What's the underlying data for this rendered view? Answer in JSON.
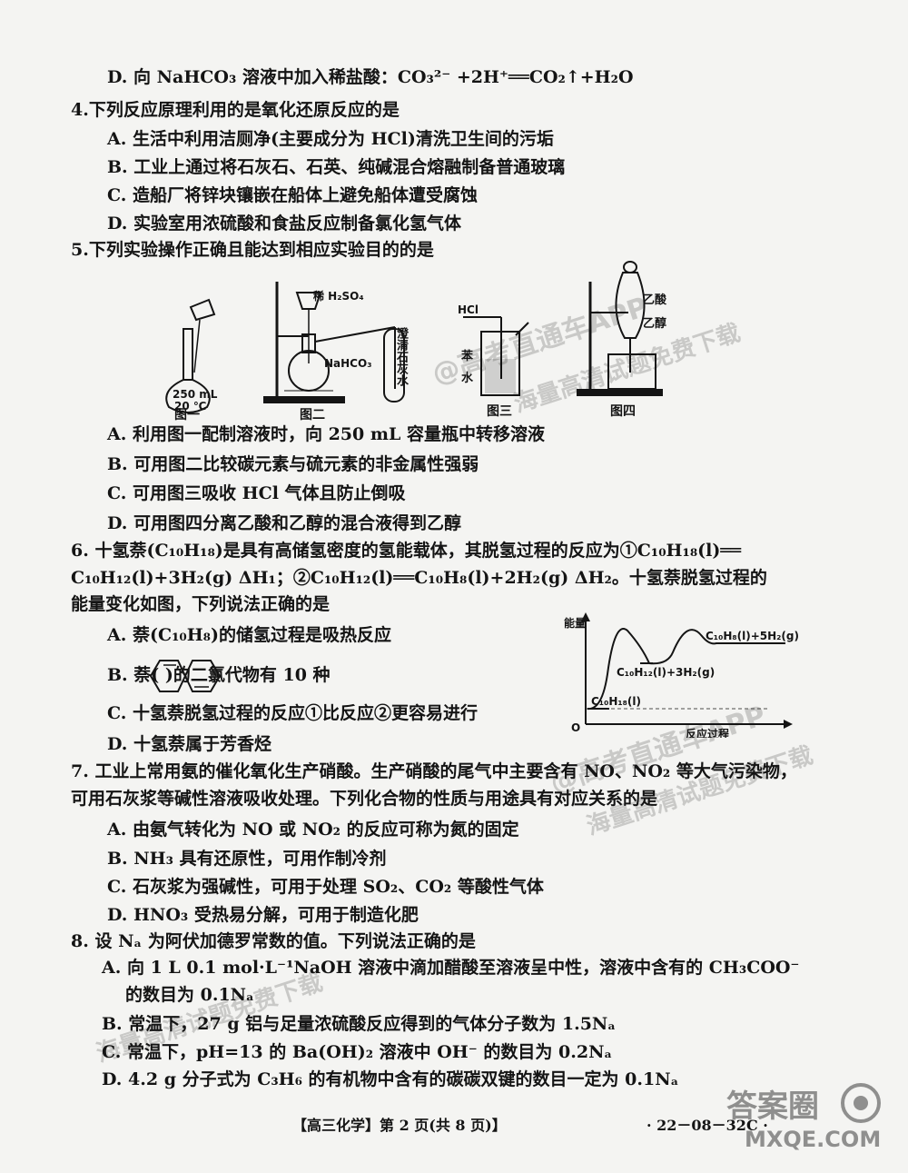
{
  "q3": {
    "d": "D. 向 NaHCO₃ 溶液中加入稀盐酸：CO₃²⁻ +2H⁺══CO₂↑+H₂O"
  },
  "q4": {
    "stem": "4.下列反应原理利用的是氧化还原反应的是",
    "a": "A. 生活中利用洁厕净(主要成分为 HCl)清洗卫生间的污垢",
    "b": "B. 工业上通过将石灰石、石英、纯碱混合熔融制备普通玻璃",
    "c": "C. 造船厂将锌块镶嵌在船体上避免船体遭受腐蚀",
    "d": "D. 实验室用浓硫酸和食盐反应制备氯化氢气体"
  },
  "q5": {
    "stem": "5.下列实验操作正确且能达到相应实验目的的是",
    "fig1": {
      "flask": "250 mL",
      "temp": "20 ℃",
      "label": "图一"
    },
    "fig2": {
      "acid": "稀 H₂SO₄",
      "salt": "NaHCO₃",
      "limewater": "澄清石灰水",
      "label": "图二"
    },
    "fig3": {
      "gas": "HCl",
      "benzene": "苯",
      "water": "水",
      "label": "图三"
    },
    "fig4": {
      "top": "乙酸",
      "bottom": "乙醇",
      "label": "图四"
    },
    "a": "A. 利用图一配制溶液时，向 250 mL 容量瓶中转移溶液",
    "b": "B. 可用图二比较碳元素与硫元素的非金属性强弱",
    "c": "C. 可用图三吸收 HCl 气体且防止倒吸",
    "d": "D. 可用图四分离乙酸和乙醇的混合液得到乙醇"
  },
  "q6": {
    "l1": "6. 十氢萘(C₁₀H₁₈)是具有高储氢密度的氢能载体，其脱氢过程的反应为①C₁₀H₁₈(l)══",
    "l2": "C₁₀H₁₂(l)+3H₂(g)  ΔH₁；②C₁₀H₁₂(l)══C₁₀H₈(l)+2H₂(g)  ΔH₂。十氢萘脱氢过程的",
    "l3": "能量变化如图，下列说法正确的是",
    "a": "A. 萘(C₁₀H₈)的储氢过程是吸热反应",
    "b": "B. 萘(        )的二氯代物有 10 种",
    "c": "C. 十氢萘脱氢过程的反应①比反应②更容易进行",
    "d": "D. 十氢萘属于芳香烃",
    "graph": {
      "ylabel": "能量",
      "xlabel": "反应过程",
      "origin": "O",
      "s1": "C₁₀H₁₈(l)",
      "s2": "C₁₀H₁₂(l)+3H₂(g)",
      "s3": "C₁₀H₈(l)+5H₂(g)"
    }
  },
  "q7": {
    "l1": "7. 工业上常用氨的催化氧化生产硝酸。生产硝酸的尾气中主要含有 NO、NO₂ 等大气污染物，",
    "l2": "可用石灰浆等碱性溶液吸收处理。下列化合物的性质与用途具有对应关系的是",
    "a": "A. 由氨气转化为 NO 或 NO₂ 的反应可称为氮的固定",
    "b": "B. NH₃ 具有还原性，可用作制冷剂",
    "c": "C. 石灰浆为强碱性，可用于处理 SO₂、CO₂ 等酸性气体",
    "d": "D. HNO₃ 受热易分解，可用于制造化肥"
  },
  "q8": {
    "stem": "8. 设 Nₐ 为阿伏加德罗常数的值。下列说法正确的是",
    "a1": "A. 向 1 L 0.1 mol·L⁻¹NaOH 溶液中滴加醋酸至溶液呈中性，溶液中含有的 CH₃COO⁻",
    "a2": "的数目为 0.1Nₐ",
    "b": "B. 常温下，27 g 铝与足量浓硫酸反应得到的气体分子数为 1.5Nₐ",
    "c": "C. 常温下，pH=13 的 Ba(OH)₂ 溶液中 OH⁻ 的数目为 0.2Nₐ",
    "d": "D. 4.2 g 分子式为 C₃H₆ 的有机物中含有的碳碳双键的数目一定为 0.1Nₐ"
  },
  "footer": {
    "center": "【高三化学】第 2 页(共 8 页)】",
    "right": "· 22－08－32C ·"
  },
  "watermarks": {
    "w1": "@高考直通车APP",
    "w2": "海量高清试题免费下载",
    "w3": "答案圈",
    "w4": "MXQE.COM"
  }
}
